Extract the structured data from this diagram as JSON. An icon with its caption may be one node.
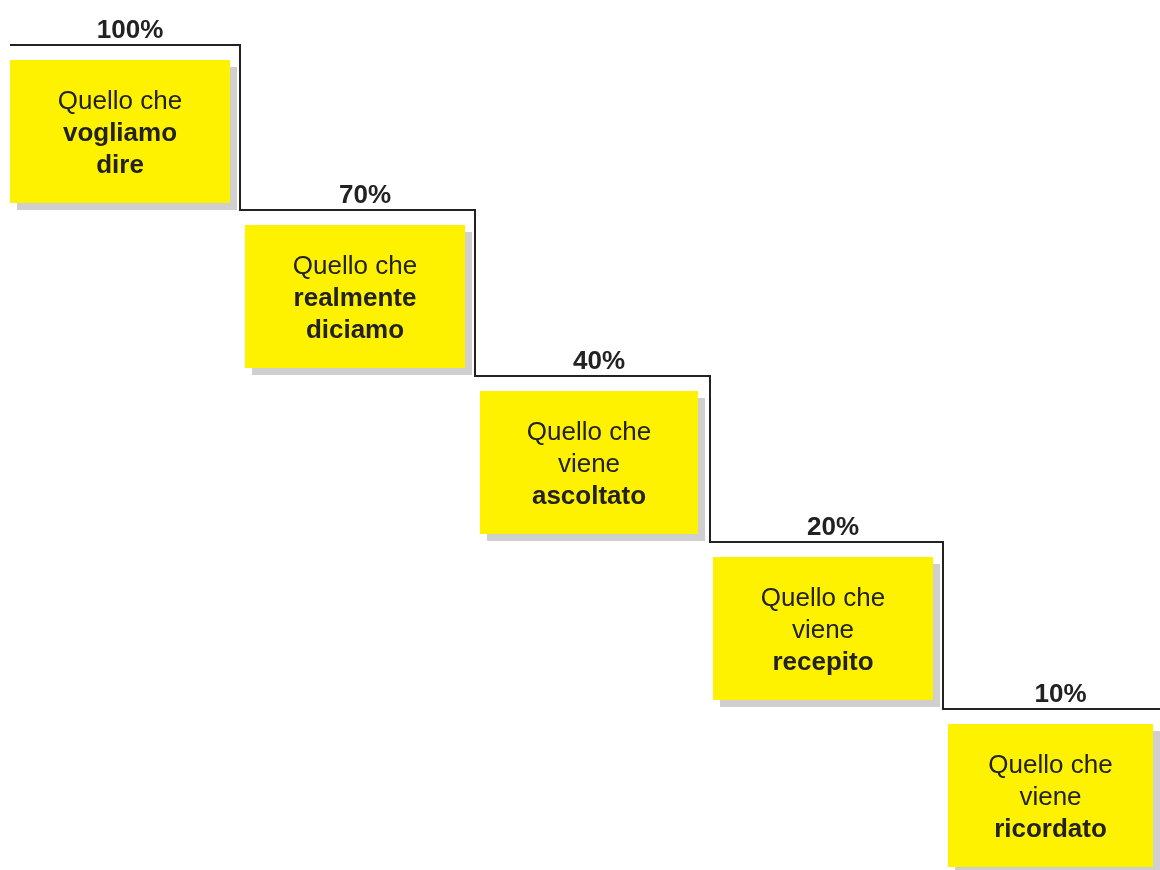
{
  "diagram": {
    "nodes": [
      {
        "text": [
          "Quello che **vogliamo dire**"
        ],
        "beside": [
          "100%"
        ]
      },
      {
        "text": [
          "Quello che **realmente diciamo**"
        ],
        "beside": [
          "70%"
        ]
      },
      {
        "text": [
          "Quello che viene **ascoltato**"
        ],
        "beside": [
          "40%"
        ]
      },
      {
        "text": [
          "Quello che viene **recepito**"
        ],
        "beside": [
          "20%"
        ]
      },
      {
        "text": [
          "Quello che viene **ricordato**"
        ],
        "beside": [
          "10%"
        ]
      }
    ]
  }
}
